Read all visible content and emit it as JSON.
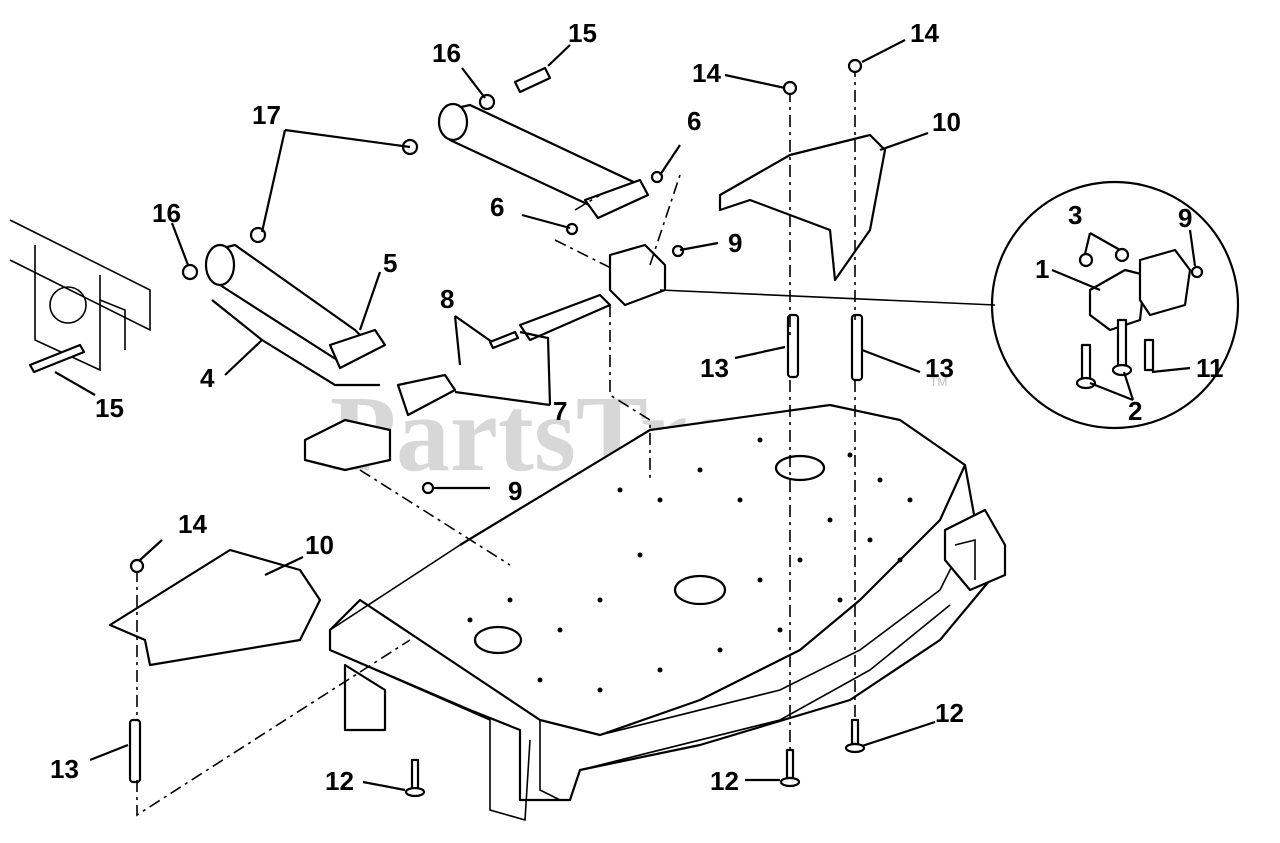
{
  "watermark": {
    "text": "PartsTree",
    "tm": "TM"
  },
  "callouts": [
    {
      "id": "c16a",
      "label": "16"
    },
    {
      "id": "c15a",
      "label": "15"
    },
    {
      "id": "c17",
      "label": "17"
    },
    {
      "id": "c16b",
      "label": "16"
    },
    {
      "id": "c5",
      "label": "5"
    },
    {
      "id": "c4",
      "label": "4"
    },
    {
      "id": "c15b",
      "label": "15"
    },
    {
      "id": "c6a",
      "label": "6"
    },
    {
      "id": "c6b",
      "label": "6"
    },
    {
      "id": "c9a",
      "label": "9"
    },
    {
      "id": "c8",
      "label": "8"
    },
    {
      "id": "c7",
      "label": "7"
    },
    {
      "id": "c9b",
      "label": "9"
    },
    {
      "id": "c14a",
      "label": "14"
    },
    {
      "id": "c14b",
      "label": "14"
    },
    {
      "id": "c10a",
      "label": "10"
    },
    {
      "id": "c13a",
      "label": "13"
    },
    {
      "id": "c13b",
      "label": "13"
    },
    {
      "id": "c3",
      "label": "3"
    },
    {
      "id": "c9c",
      "label": "9"
    },
    {
      "id": "c1",
      "label": "1"
    },
    {
      "id": "c11",
      "label": "11"
    },
    {
      "id": "c2",
      "label": "2"
    },
    {
      "id": "c14c",
      "label": "14"
    },
    {
      "id": "c10b",
      "label": "10"
    },
    {
      "id": "c13c",
      "label": "13"
    },
    {
      "id": "c12a",
      "label": "12"
    },
    {
      "id": "c12b",
      "label": "12"
    },
    {
      "id": "c12c",
      "label": "12"
    }
  ]
}
